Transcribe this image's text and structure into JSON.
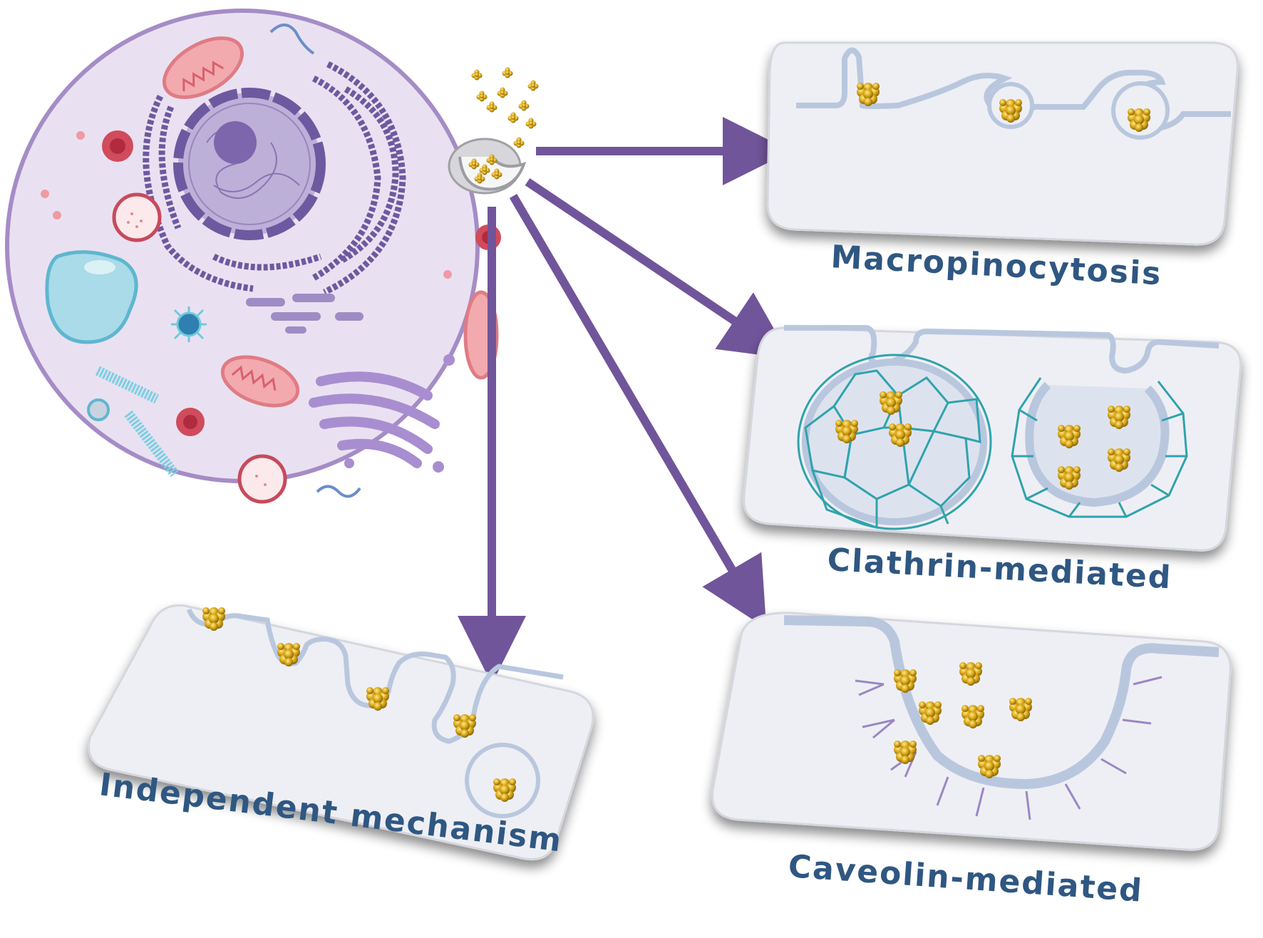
{
  "pathways": {
    "macropinocytosis": "Macropinocytosis",
    "clathrin": "Clathrin-mediated",
    "caveolin": "Caveolin-mediated",
    "independent": "Independent mechanism"
  },
  "colors": {
    "cell_fill": "#e9e1f1",
    "cell_border": "#a58cc6",
    "nucleus": "#8a74b4",
    "arrow": "#71559b",
    "panel": "#eeeff4",
    "membrane": "#b9c7de",
    "clathrin_cage": "#2fa3ad",
    "caveolin_coat": "#9c86c4",
    "nanoparticle": "#d4a516",
    "label": "#2f5782"
  }
}
